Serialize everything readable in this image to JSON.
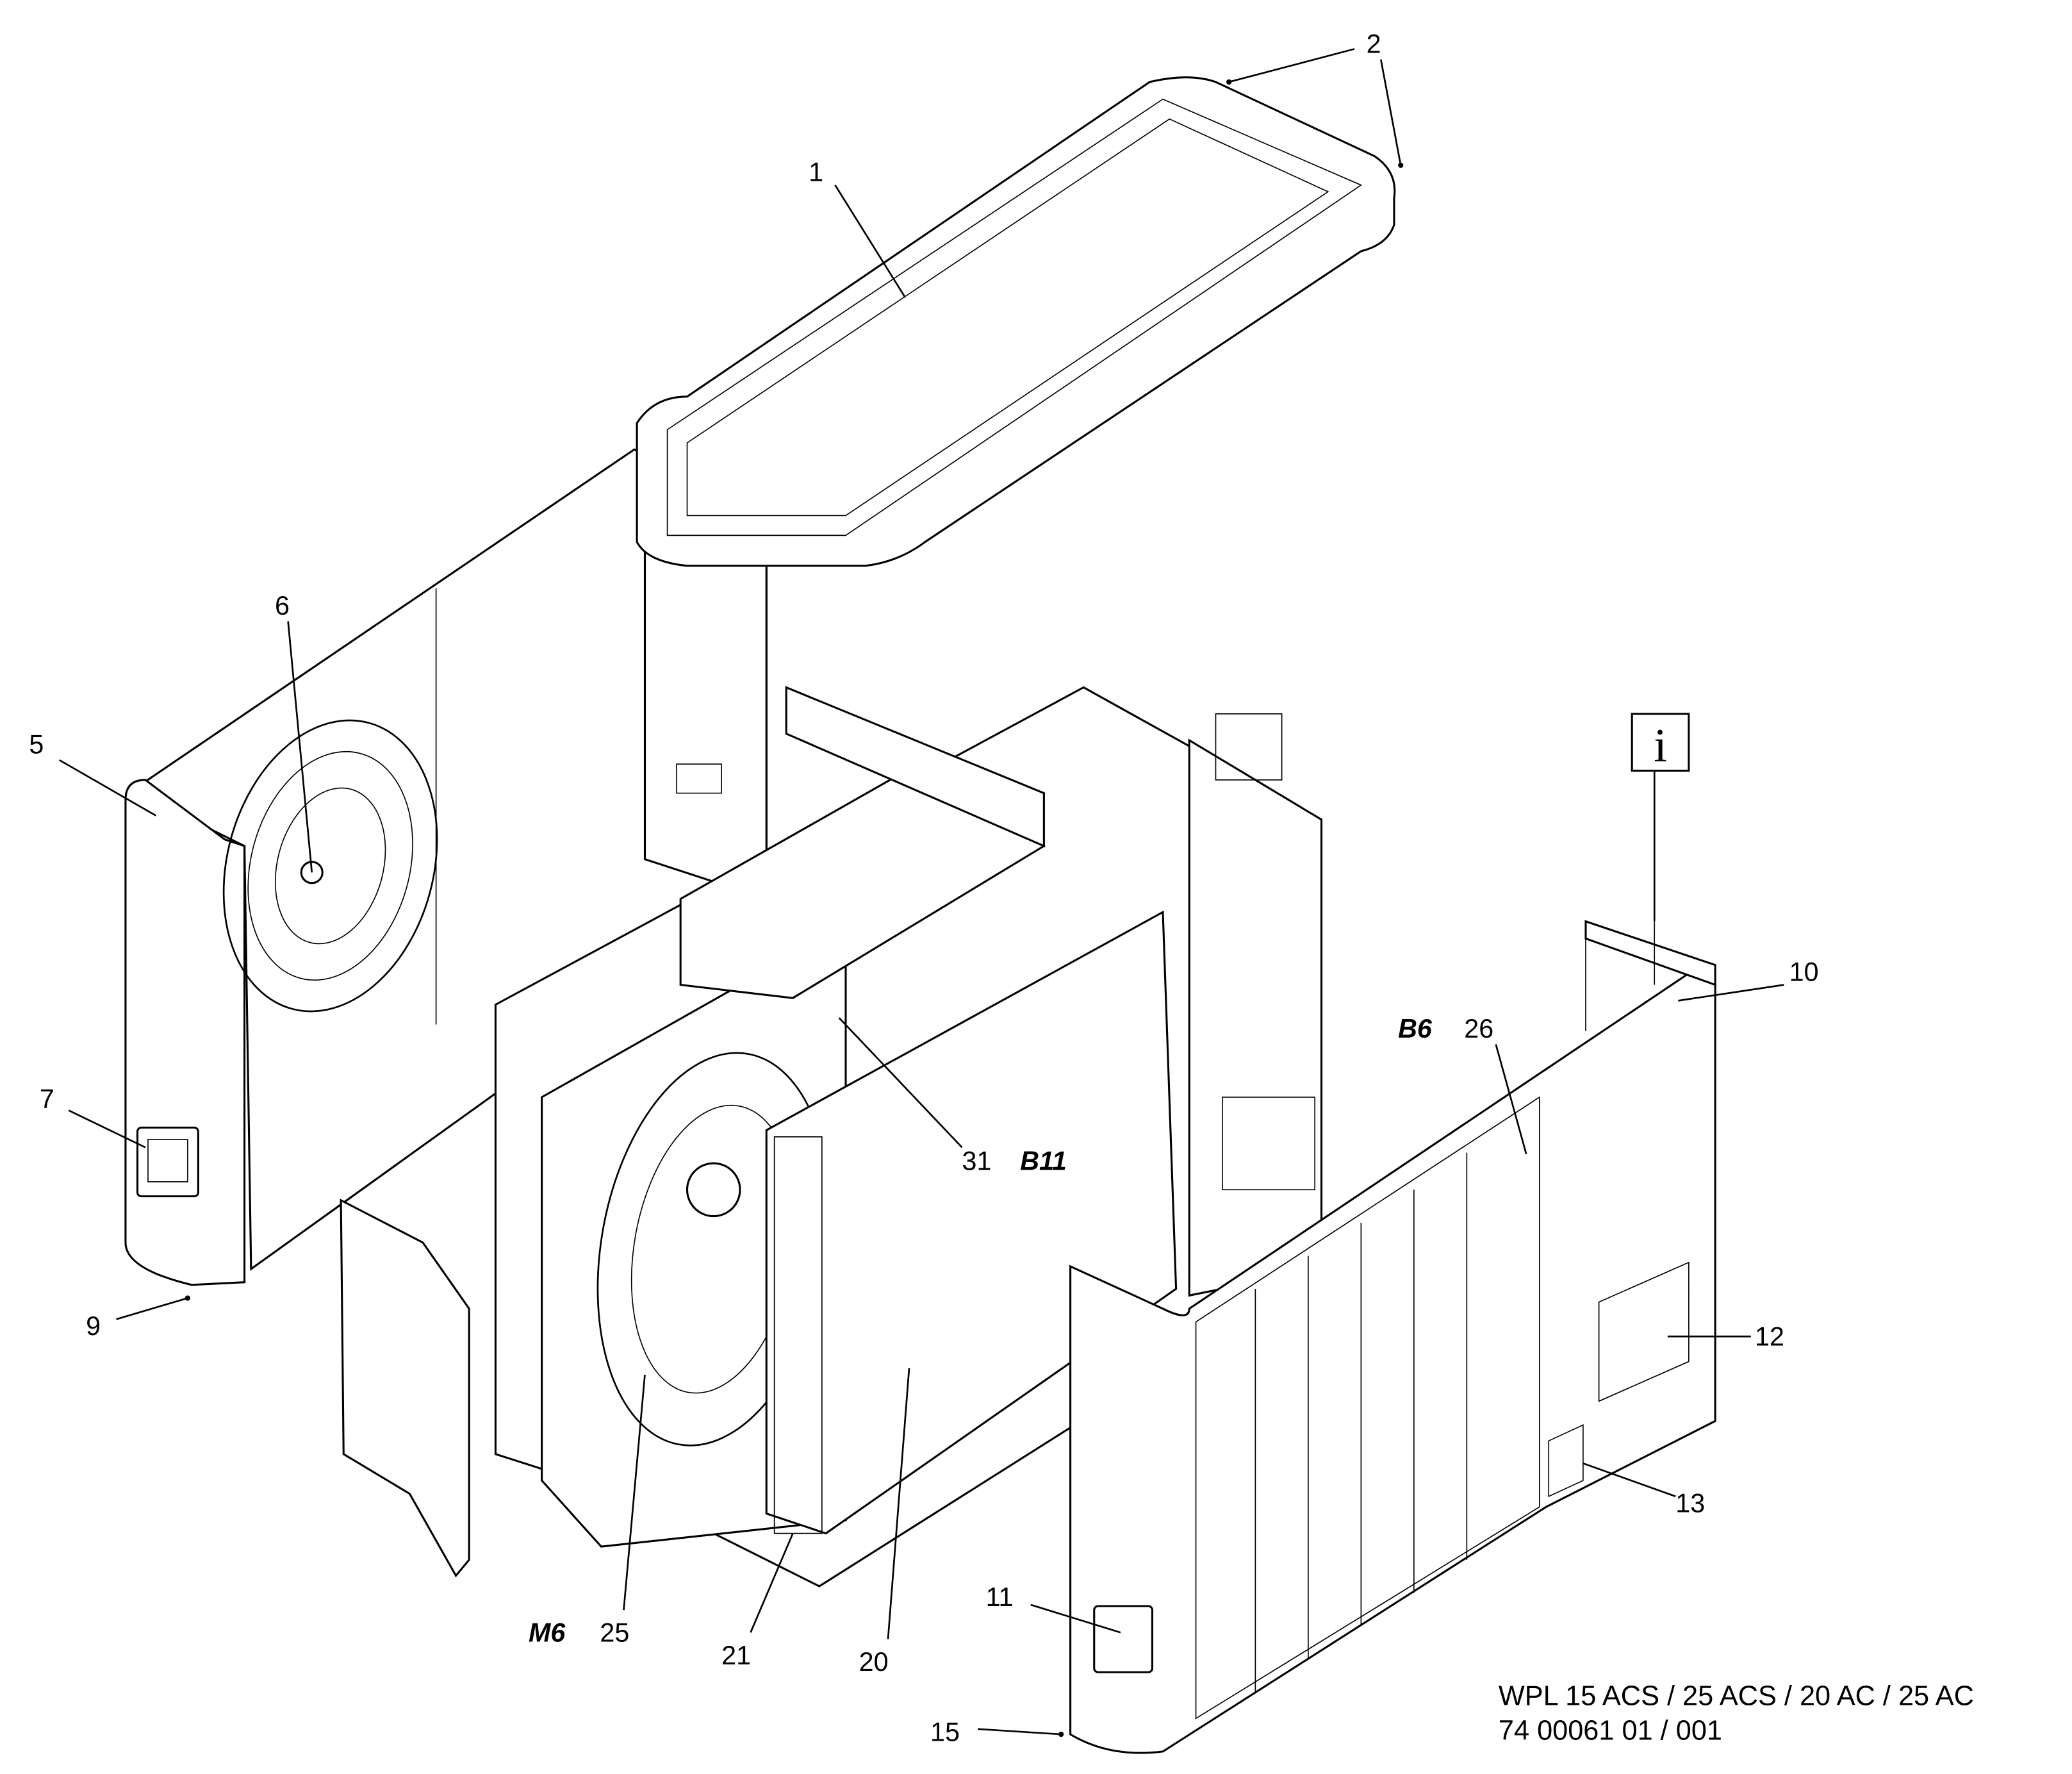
{
  "title": "WPL 15 ACS / 25 ACS / 20 AC / 25 AC",
  "drawing_number": "74 00061 01 / 001",
  "info_symbol": "i",
  "part_labels": [
    {
      "id": "1",
      "text": "1"
    },
    {
      "id": "2",
      "text": "2"
    },
    {
      "id": "5",
      "text": "5"
    },
    {
      "id": "6",
      "text": "6"
    },
    {
      "id": "7",
      "text": "7"
    },
    {
      "id": "9",
      "text": "9"
    },
    {
      "id": "10",
      "text": "10"
    },
    {
      "id": "11",
      "text": "11"
    },
    {
      "id": "12",
      "text": "12"
    },
    {
      "id": "13",
      "text": "13"
    },
    {
      "id": "15",
      "text": "15"
    },
    {
      "id": "20",
      "text": "20"
    },
    {
      "id": "21",
      "text": "21"
    },
    {
      "id": "25",
      "text": "25"
    },
    {
      "id": "26",
      "text": "26"
    },
    {
      "id": "31",
      "text": "31"
    }
  ],
  "component_codes": {
    "m6": "M6",
    "b6": "B6",
    "b11": "B11"
  }
}
